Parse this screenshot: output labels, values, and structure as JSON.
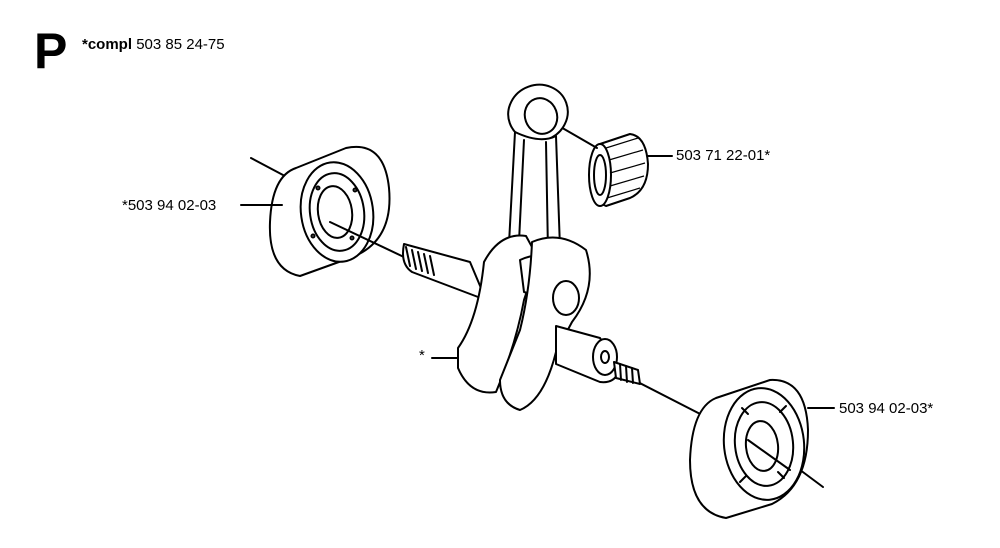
{
  "header": {
    "section_letter": "P",
    "kit_prefix": "*compl",
    "kit_number": "503 85 24-75"
  },
  "parts": {
    "bearing_left": "*503 94 02-03",
    "needle_bearing": "503 71 22-01*",
    "crankshaft": "*",
    "bearing_right": "503 94 02-03*"
  }
}
